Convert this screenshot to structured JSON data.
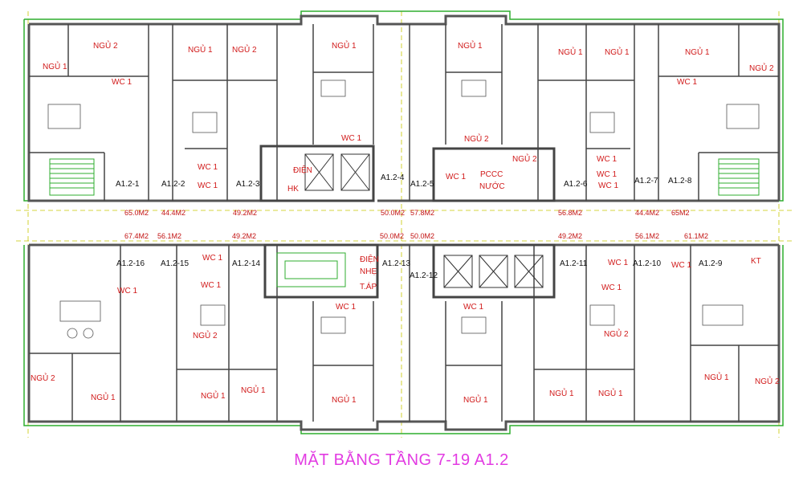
{
  "title": "MẶT BẰNG TẦNG 7-19 A1.2",
  "colors": {
    "wall": "#555555",
    "room_label": "#d11a1a",
    "area_label": "#c21212",
    "title": "#e23be2",
    "balcony": "#2fae2f",
    "grid": "#c8c800"
  },
  "units": [
    "A1.2-1",
    "A1.2-2",
    "A1.2-3",
    "A1.2-4",
    "A1.2-5",
    "A1.2-6",
    "A1.2-7",
    "A1.2-8",
    "A1.2-16",
    "A1.2-15",
    "A1.2-14",
    "A1.2-13",
    "A1.2-12",
    "A1.2-11",
    "A1.2-10",
    "A1.2-9"
  ],
  "areas_top": [
    "65.0M2",
    "44.4M2",
    "49.2M2",
    "50.0M2",
    "57.8M2",
    "56.8M2",
    "44.4M2",
    "65M2"
  ],
  "areas_bottom": [
    "67.4M2",
    "56.1M2",
    "49.2M2",
    "50.0M2",
    "50.0M2",
    "49.2M2",
    "56.1M2",
    "61.1M2"
  ],
  "rooms": [
    "NGỦ 2",
    "NGỦ 1",
    "WC 1",
    "NGỦ 1",
    "NGỦ 2",
    "WC 1",
    "WC 1",
    "NGỦ 1",
    "WC 1",
    "ĐIỆN",
    "HK",
    "NGỦ 1",
    "NGỦ 2",
    "WC 1",
    "NGỦ 2",
    "WC 1",
    "PCCC",
    "NƯỚC",
    "NGỦ 1",
    "NGỦ 1",
    "WC 1",
    "WC 1",
    "NGỦ 1",
    "WC 1",
    "NGỦ 2",
    "WC 1",
    "WC 1",
    "WC 1",
    "ĐIỆN",
    "NHẸ",
    "T.ÁP",
    "WC 1",
    "WC 1",
    "WC 1",
    "WC 1",
    "WC 1",
    "KT",
    "NGỦ 2",
    "NGỦ 2",
    "NGỦ 2",
    "NGỦ 1",
    "NGỦ 1",
    "NGỦ 1",
    "NGỦ 1",
    "NGỦ 1",
    "NGỦ 1",
    "NGỦ 1",
    "NGỦ 1",
    "NGỦ 2"
  ]
}
